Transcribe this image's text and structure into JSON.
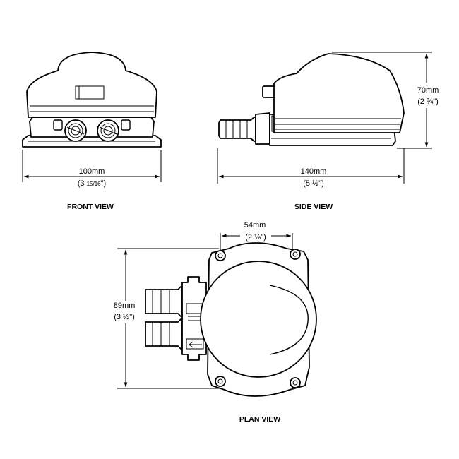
{
  "front_view": {
    "width_mm": "100mm",
    "width_in": "(3 ",
    "width_in_frac": "15/16",
    "width_in_close": "\")",
    "label": "FRONT VIEW"
  },
  "side_view": {
    "length_mm": "140mm",
    "length_in": "(5 ½\")",
    "height_mm": "70mm",
    "height_in": "(2 ¾\")",
    "label": "SIDE VIEW"
  },
  "plan_view": {
    "mount_mm": "54mm",
    "mount_in": "(2 ⅛\")",
    "depth_mm": "89mm",
    "depth_in": "(3 ½\")",
    "label": "PLAN VIEW"
  },
  "colors": {
    "line": "#000000",
    "background": "#ffffff"
  }
}
